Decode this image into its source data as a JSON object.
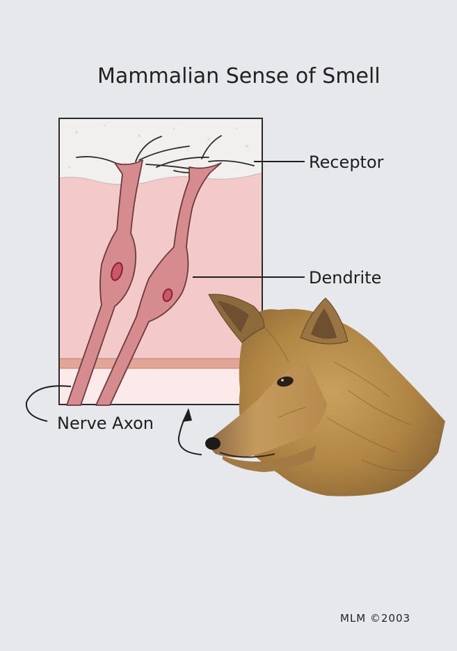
{
  "title": "Mammalian Sense of Smell",
  "labels": {
    "receptor": "Receptor",
    "dendrite": "Dendrite",
    "nerve_axon": "Nerve Axon"
  },
  "credit": "MLM ©2003",
  "colors": {
    "background": "#e6e8ec",
    "mucus_layer": "#f1f0ef",
    "tissue": "#f3c9c9",
    "basal_band": "#e3a696",
    "lower_layer": "#fce9e9",
    "neuron_fill": "#d68c8e",
    "neuron_outline": "#6a3a3c",
    "nucleus": "#b2304a",
    "fur": "#b88e4e"
  }
}
